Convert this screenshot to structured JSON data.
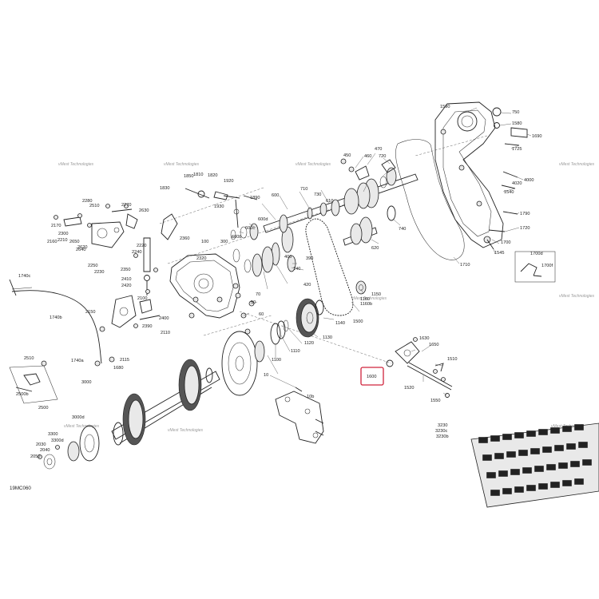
{
  "diagram": {
    "figure_code": "19MC060",
    "watermark": "vMest Technologies",
    "highlight_color": "#d0243c",
    "ink_color": "#222222",
    "highlighted_part": "1600",
    "labels": [
      "1590",
      "750",
      "1580",
      "1690",
      "1725",
      "470",
      "460",
      "450",
      "720",
      "4000",
      "4020",
      "1540",
      "1790",
      "1720",
      "1700",
      "1710",
      "1545",
      "1700d",
      "1700f",
      "1810",
      "1820",
      "1920",
      "1850",
      "1830",
      "1890",
      "1930",
      "600",
      "710",
      "730",
      "610",
      "600d",
      "600c",
      "600b",
      "2360",
      "100",
      "2320",
      "300",
      "390",
      "620",
      "740",
      "2280",
      "2510",
      "2270",
      "2630",
      "2170",
      "2300",
      "2160",
      "2210",
      "2650",
      "2640",
      "2620",
      "2220",
      "2240",
      "2250",
      "2230",
      "2350",
      "2410",
      "2420",
      "2100",
      "2150",
      "2110",
      "2390",
      "2400",
      "420",
      "50",
      "60",
      "70",
      "1150",
      "1160",
      "1160b",
      "1500",
      "1140",
      "1130",
      "1120",
      "1110",
      "1100",
      "1740c",
      "1740b",
      "1740a",
      "1680",
      "2115",
      "3000",
      "10",
      "10b",
      "2510",
      "2500b",
      "2500",
      "3000d",
      "3300",
      "3300d",
      "2030",
      "2040",
      "2050",
      "1630",
      "1650",
      "1510",
      "1520",
      "1550",
      "3230",
      "3230c",
      "3230b",
      "140",
      "400"
    ]
  }
}
